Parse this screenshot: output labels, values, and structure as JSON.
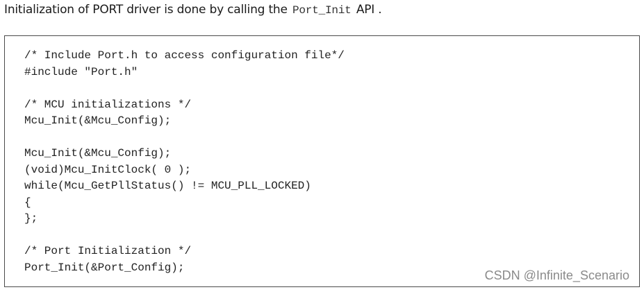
{
  "intro": {
    "before": "Initialization of PORT driver is done by calling the",
    "api_name": "Port_Init",
    "after": "API ."
  },
  "code_lines": [
    "/* Include Port.h to access configuration file*/",
    "#include \"Port.h\"",
    "",
    "/* MCU initializations */",
    "Mcu_Init(&Mcu_Config);",
    "",
    "Mcu_Init(&Mcu_Config);",
    "(void)Mcu_InitClock( 0 );",
    "while(Mcu_GetPllStatus() != MCU_PLL_LOCKED)",
    "{",
    "};",
    "",
    "/* Port Initialization */",
    "Port_Init(&Port_Config);"
  ],
  "watermark": "CSDN @Infinite_Scenario"
}
